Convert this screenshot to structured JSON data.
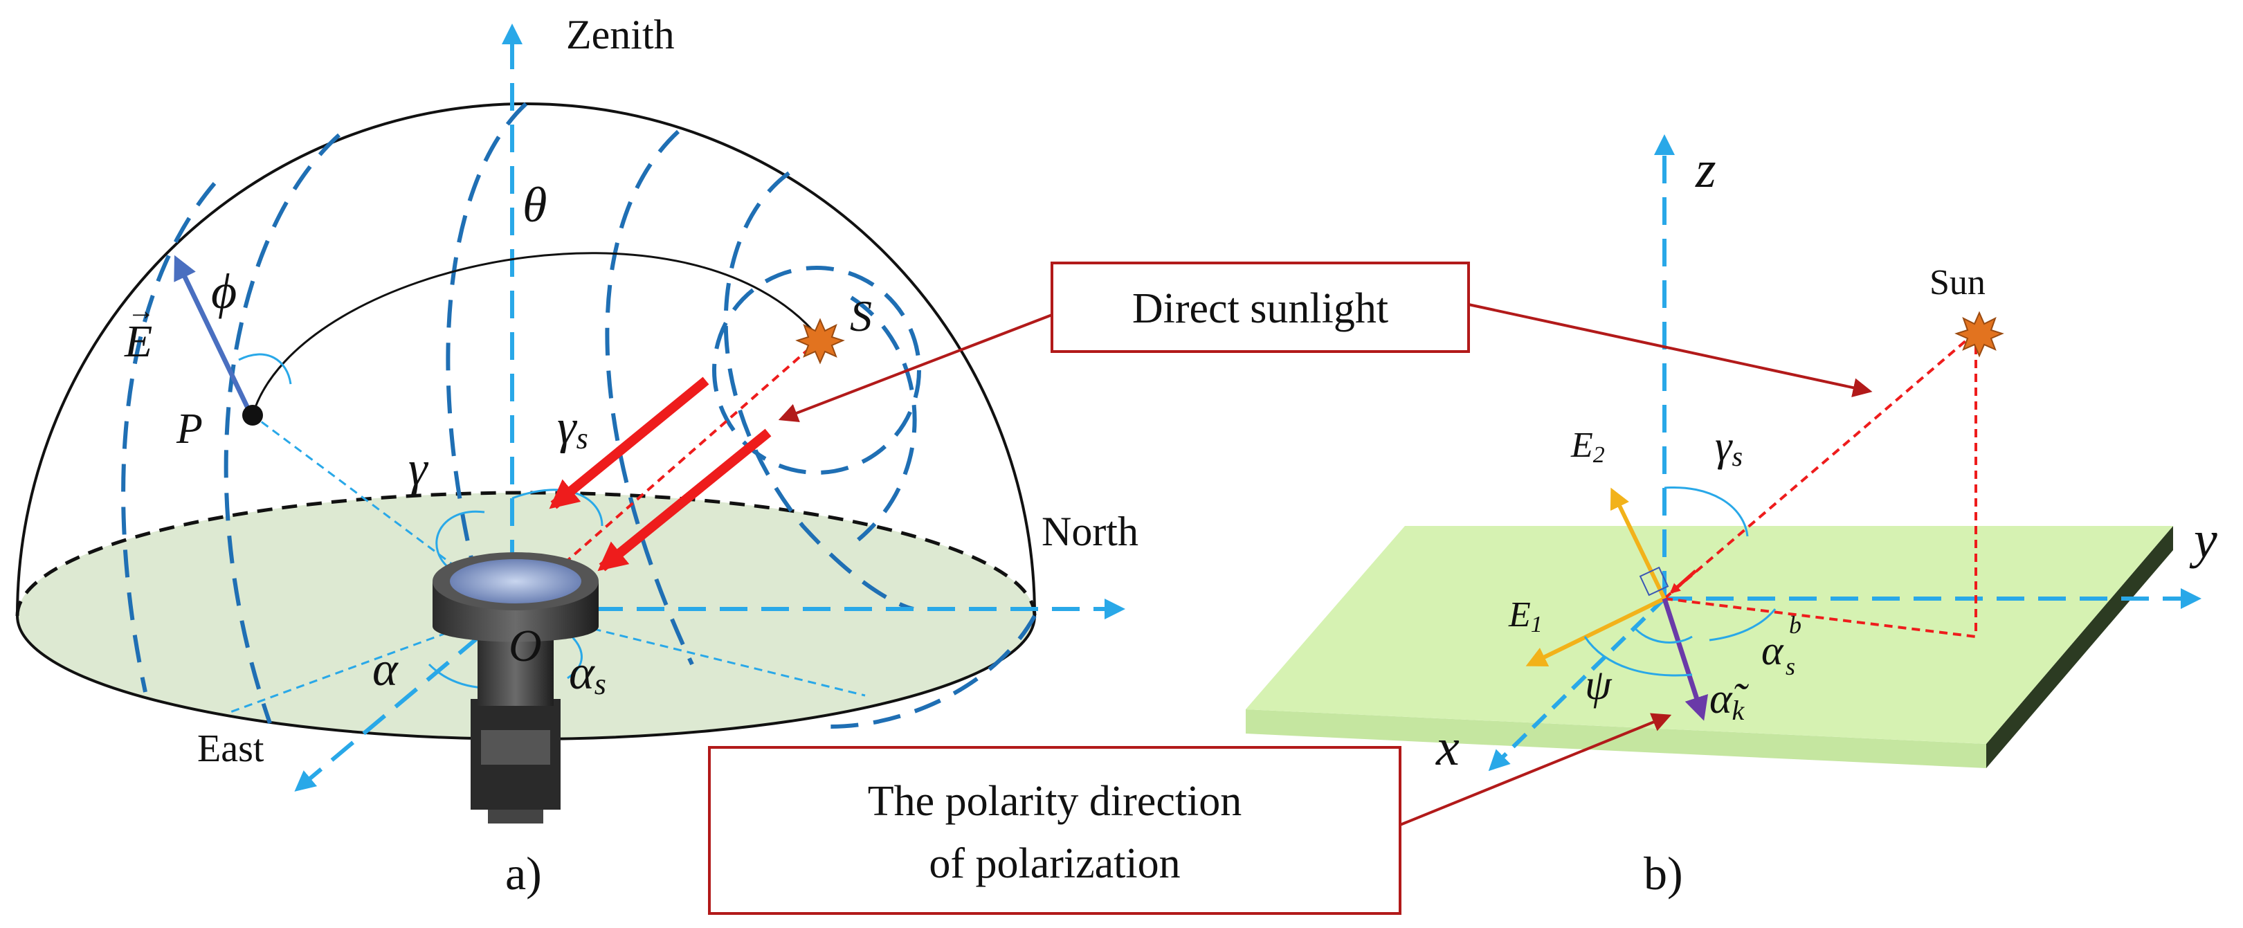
{
  "colors": {
    "axis_blue": "#29a8e8",
    "dashed_blue": "#1f6fb4",
    "ground_fill": "#dde9d2",
    "plane_fill": "#d6f2b2",
    "plane_edge": "#2c3b22",
    "sun_orange": "#e2731f",
    "sunlight_red": "#ee1c1c",
    "callout_red": "#b21a1a",
    "e_vector": "#4a6fc0",
    "e_orange": "#f2b21a",
    "alpha_k_purple": "#6a3aa8"
  },
  "panel_a": {
    "caption": "a)",
    "zenith": "Zenith",
    "north": "North",
    "east": "East",
    "theta": "θ",
    "phi": "ϕ",
    "e_vec": "E",
    "p_point": "P",
    "s_point": "S",
    "gamma": "γ",
    "gamma_s_main": "γ",
    "gamma_s_sub": "s",
    "alpha": "α",
    "alpha_s_main": "α",
    "alpha_s_sub": "s",
    "origin": "O"
  },
  "panel_b": {
    "caption": "b)",
    "z": "z",
    "y": "y",
    "x": "x",
    "sun": "Sun",
    "e2_main": "E",
    "e2_sub": "2",
    "e1_main": "E",
    "e1_sub": "1",
    "gamma_s_main": "γ",
    "gamma_s_sub": "s",
    "alpha_sb_main": "α",
    "alpha_sb_sub": "s",
    "alpha_sb_sup": "b",
    "psi": "ψ",
    "alpha_k_main": "α̃",
    "alpha_k_sub": "k"
  },
  "callouts": {
    "direct_sunlight": "Direct sunlight",
    "polarity_line1": "The polarity direction",
    "polarity_line2": "of polarization"
  }
}
